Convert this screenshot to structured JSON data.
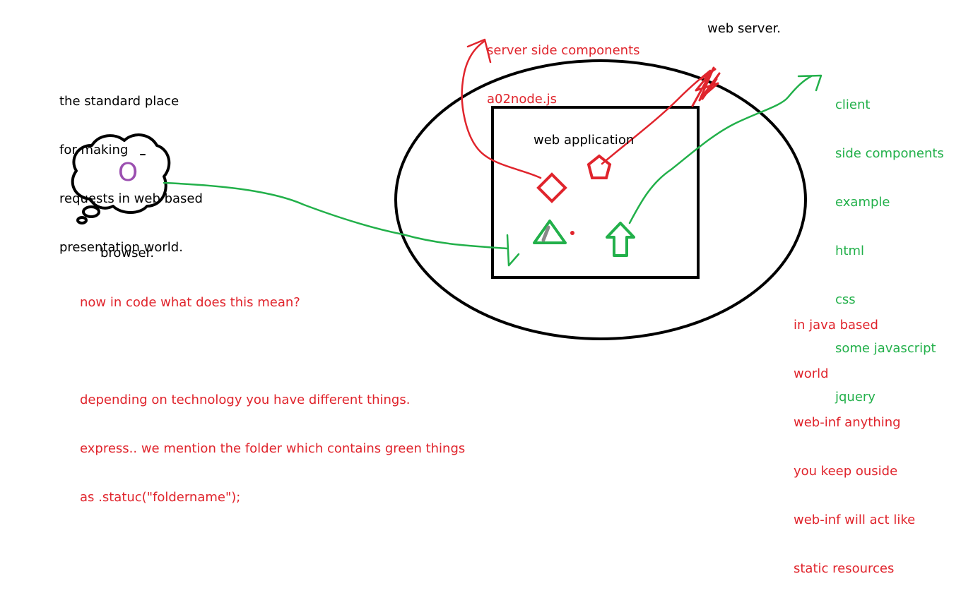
{
  "colors": {
    "ink": "#000000",
    "red": "#e0242c",
    "green": "#22b04a",
    "purple": "#9b4fb0"
  },
  "labels": {
    "browser_description": [
      "the standard place",
      "for making",
      "requests in web based",
      "presentation world."
    ],
    "browser": "browser.",
    "web_server": "web server.",
    "web_application": "web application",
    "browser_icon_letter": "O",
    "server_components": [
      "server side components",
      "a02node.js"
    ],
    "client_components": [
      "client",
      "side components",
      "example",
      "html",
      "css",
      "some javascript",
      "jquery"
    ],
    "code_question": [
      "now in code what does this mean?",
      "",
      "depending on technology you have different things.",
      "express.. we mention the folder which contains green things",
      "as .statuc(\"foldername\");"
    ],
    "java_note": [
      "in java based",
      "world",
      "web-inf anything",
      "you keep ouside",
      "web-inf will act like",
      "static resources"
    ]
  },
  "shapes": {
    "cloud": "browser-cloud",
    "ellipse": "web-server-ellipse",
    "box": "web-application-box",
    "red_diamond": "server-component-diamond",
    "red_pentagon": "server-component-pentagon",
    "green_triangle": "client-component-triangle",
    "green_arrow": "client-component-up-arrow"
  }
}
